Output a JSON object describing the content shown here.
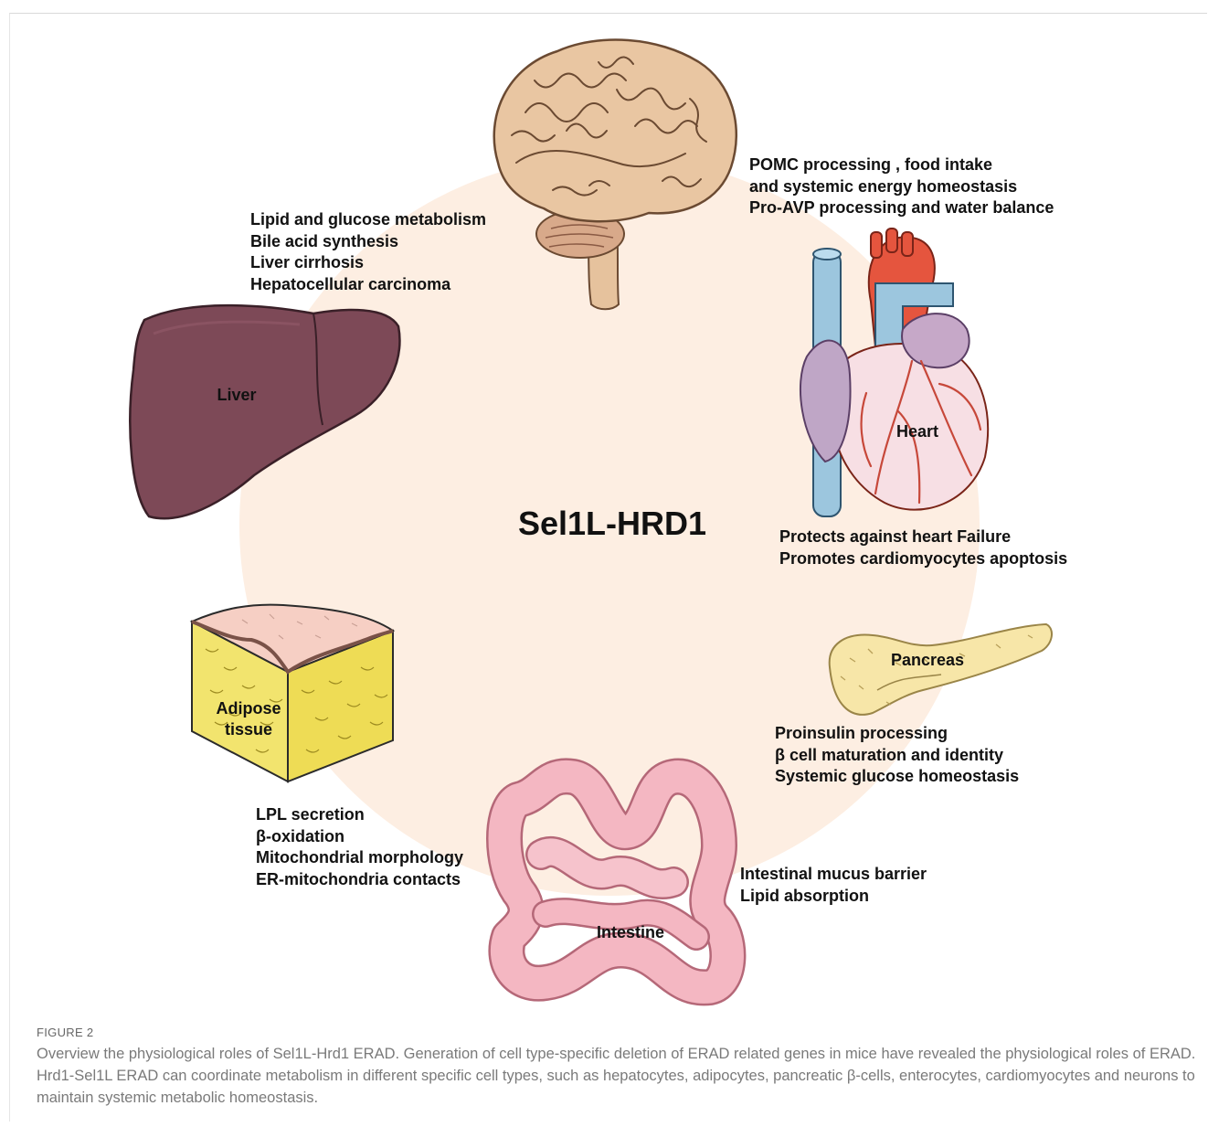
{
  "center_label": "Sel1L-HRD1",
  "organs": {
    "liver": {
      "name": "Liver",
      "roles": [
        "Lipid and glucose metabolism",
        "Bile acid synthesis",
        "Liver cirrhosis",
        "Hepatocellular carcinoma"
      ]
    },
    "brain": {
      "roles": [
        "POMC processing , food intake",
        "and systemic energy homeostasis",
        "Pro-AVP processing and water balance"
      ]
    },
    "heart": {
      "name": "Heart",
      "roles": [
        "Protects against heart Failure",
        "Promotes cardiomyocytes apoptosis"
      ]
    },
    "pancreas": {
      "name": "Pancreas",
      "roles": [
        "Proinsulin processing",
        "β cell maturation and identity",
        "Systemic glucose homeostasis"
      ]
    },
    "intestine": {
      "name": "Intestine",
      "roles": [
        "Intestinal mucus barrier",
        "Lipid absorption"
      ]
    },
    "adipose": {
      "name_line1": "Adipose",
      "name_line2": "tissue",
      "roles": [
        "LPL secretion",
        "β-oxidation",
        "Mitochondrial morphology",
        "ER-mitochondria contacts"
      ]
    }
  },
  "colors": {
    "circle": "#fdeee2",
    "liver": "#7d4957",
    "brain": "#e8bf9a",
    "heart_red": "#e5553e",
    "heart_blue": "#9cc6de",
    "pancreas": "#f7e6a8",
    "intestine": "#f4b7c2",
    "adipose": "#f0e46a"
  },
  "caption": {
    "figure_number": "FIGURE 2",
    "text": "Overview the physiological roles of Sel1L-Hrd1 ERAD. Generation of cell type-specific deletion of ERAD related genes in mice have revealed the physiological roles of ERAD. Hrd1-Sel1L ERAD can coordinate metabolism in different specific cell types, such as hepatocytes, adipocytes, pancreatic β-cells, enterocytes, cardiomyocytes and neurons to maintain systemic metabolic homeostasis."
  }
}
